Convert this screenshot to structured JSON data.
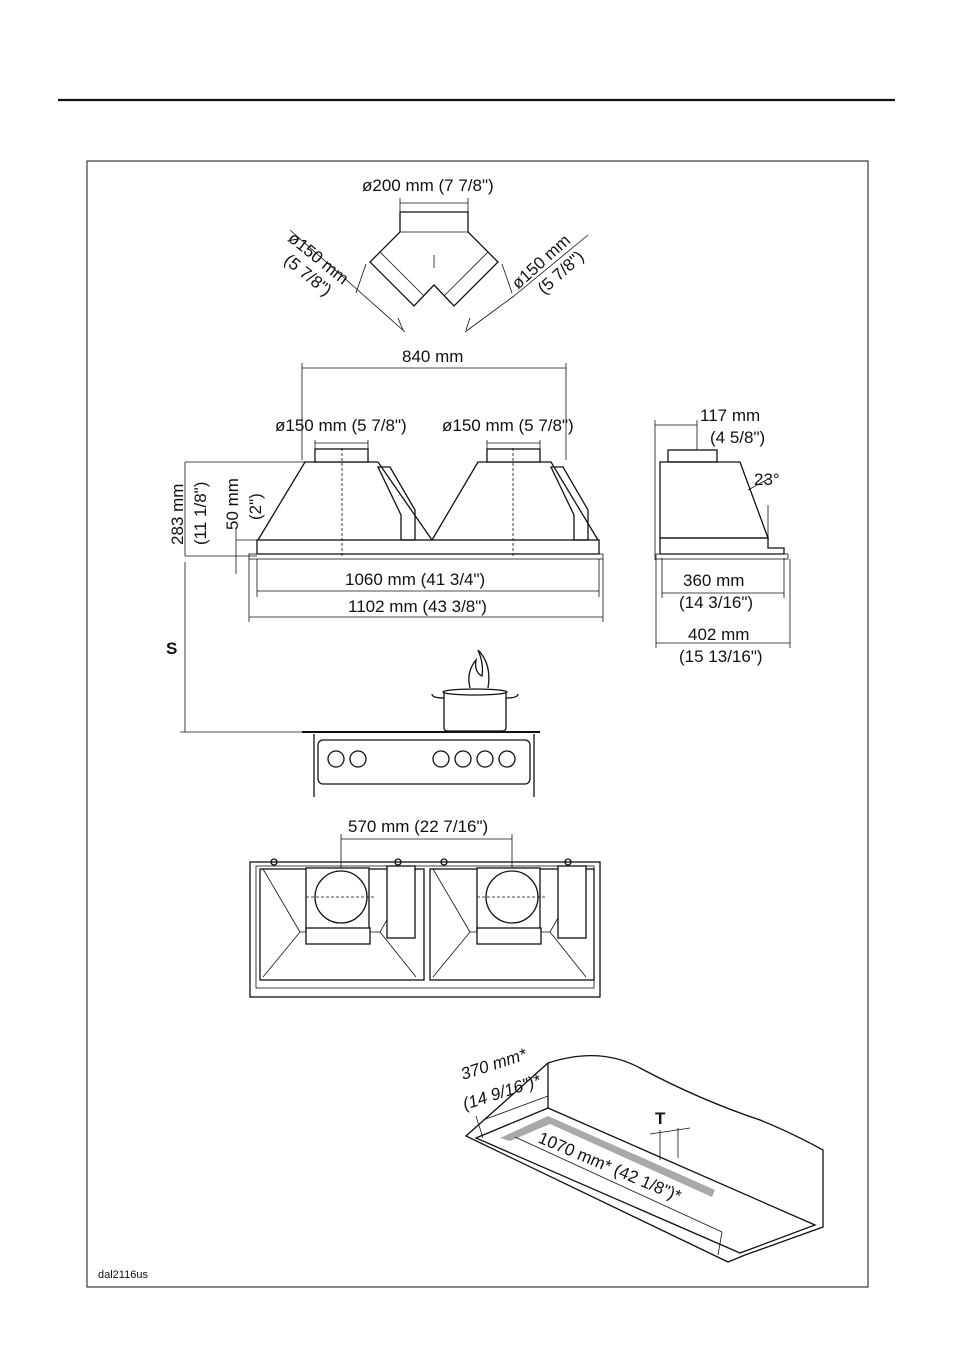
{
  "y_piece": {
    "top_diameter": "ø200 mm (7 7/8\")",
    "left_diameter_mm": "ø150 mm",
    "left_diameter_in": "(5 7/8\")",
    "right_diameter_mm": "ø150 mm",
    "right_diameter_in": "(5 7/8\")"
  },
  "front_view": {
    "spacing": "840 mm",
    "outlet_left": "ø150 mm (5 7/8\")",
    "outlet_right": "ø150 mm (5 7/8\")",
    "height_mm": "283 mm",
    "height_in": "(11 1/8\")",
    "collar_mm": "50 mm",
    "collar_in": "(2\")",
    "inner_width": "1060 mm  (41 3/4\")",
    "outer_width": "1102 mm  (43 3/8\")",
    "clearance_label": "S"
  },
  "side_view": {
    "offset_mm": "117 mm",
    "offset_in": "(4 5/8\")",
    "angle": "23°",
    "inner_depth_mm": "360 mm",
    "inner_depth_in": "(14 3/16\")",
    "outer_depth_mm": "402 mm",
    "outer_depth_in": "(15 13/16\")"
  },
  "bottom_view": {
    "spacing": "570 mm (22 7/16\")"
  },
  "cutout": {
    "depth_mm": "370 mm*",
    "depth_in": "(14 9/16\")*",
    "width": "1070 mm* (42 1/8\")*",
    "thickness_label": "T"
  },
  "figure_code": "dal2116us"
}
